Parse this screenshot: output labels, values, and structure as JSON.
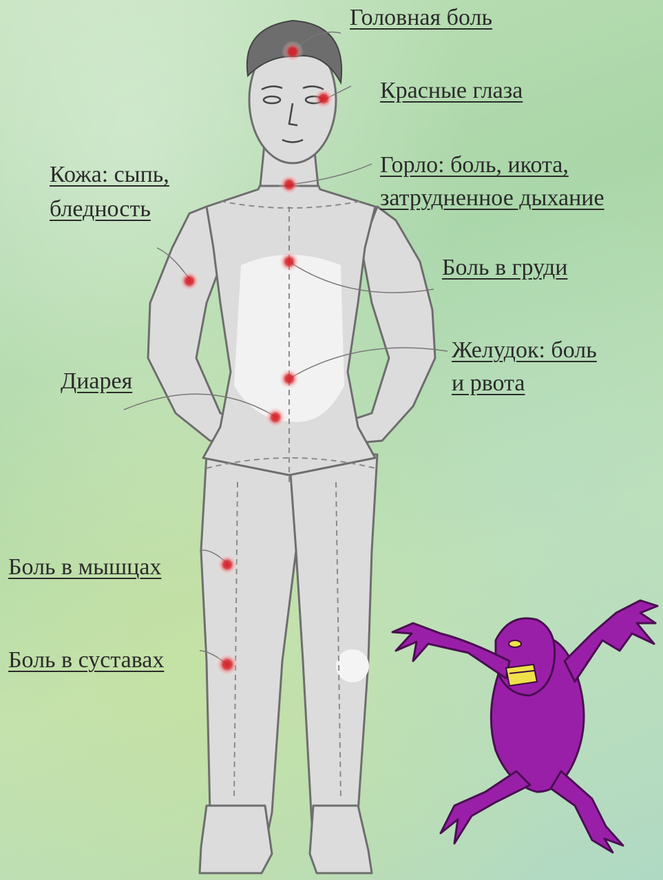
{
  "labels": {
    "headache": "Головная боль",
    "red_eyes": "Красные глаза",
    "throat_line1": "Горло: боль, икота,",
    "throat_line2": "затрудненное дыхание",
    "skin_line1": "Кожа: сыпь,",
    "skin_line2": "бледность",
    "chest_pain": "Боль в груди",
    "stomach_line1": "Желудок: боль",
    "stomach_line2": "и рвота",
    "diarrhea": "Диарея",
    "muscle_pain": "Боль в мышцах",
    "joint_pain": "Боль в суставах"
  },
  "colors": {
    "body_fill": "#dcdcdc",
    "body_outline": "#6e6e6e",
    "pain_marker": "#d7222a",
    "creature": "#9a1fa8",
    "text": "#2b2b2b"
  }
}
